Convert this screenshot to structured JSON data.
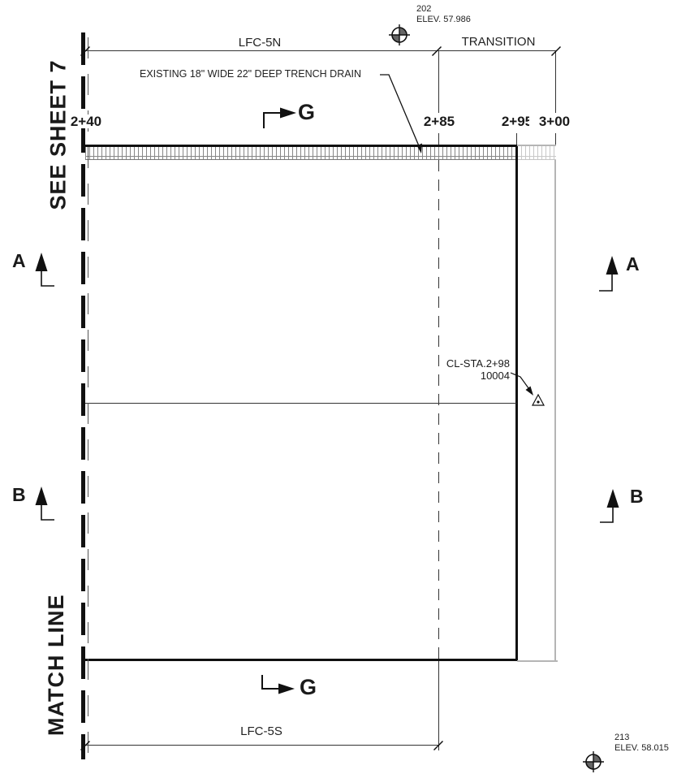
{
  "colors": {
    "ink": "#1a1a1a",
    "gray_line": "#b5b5b5",
    "survey_marker_fill": "#666666"
  },
  "edge_labels": {
    "see_sheet": "SEE SHEET 7",
    "match_line": "MATCH LINE"
  },
  "dims": {
    "lfc_5n": "LFC-5N",
    "transition": "TRANSITION",
    "lfc_5s": "LFC-5S"
  },
  "stations": {
    "s240": "2+40",
    "s285": "2+85",
    "s295": "2+95",
    "s300": "3+00"
  },
  "annotations": {
    "trench_drain": "EXISTING 18\" WIDE 22\" DEEP TRENCH DRAIN",
    "cl_station": "CL-STA.2+98",
    "cl_point": "10004"
  },
  "survey_points": {
    "top": {
      "id": "202",
      "elev": "ELEV. 57.986"
    },
    "bottom": {
      "id": "213",
      "elev": "ELEV. 58.015"
    }
  },
  "sections": {
    "a": "A",
    "b": "B",
    "g": "G"
  }
}
